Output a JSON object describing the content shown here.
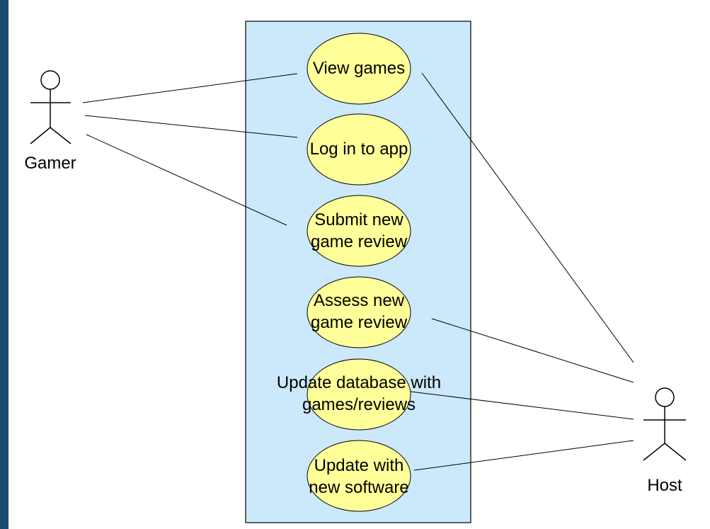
{
  "actors": {
    "gamer": "Gamer",
    "host": "Host"
  },
  "use_cases": [
    {
      "id": "view-games",
      "lines": [
        "View games"
      ]
    },
    {
      "id": "log-in",
      "lines": [
        "Log in to app"
      ]
    },
    {
      "id": "submit-review",
      "lines": [
        "Submit new",
        "game review"
      ]
    },
    {
      "id": "assess-review",
      "lines": [
        "Assess new",
        "game review"
      ]
    },
    {
      "id": "update-database",
      "lines": [
        "Update database with",
        "games/reviews"
      ]
    },
    {
      "id": "update-software",
      "lines": [
        "Update with",
        "new software"
      ]
    }
  ],
  "colors": {
    "system_fill": "#cce8fb",
    "use_case_fill": "#ffff99",
    "stroke": "#000000",
    "frame": "#1a4e6e"
  }
}
